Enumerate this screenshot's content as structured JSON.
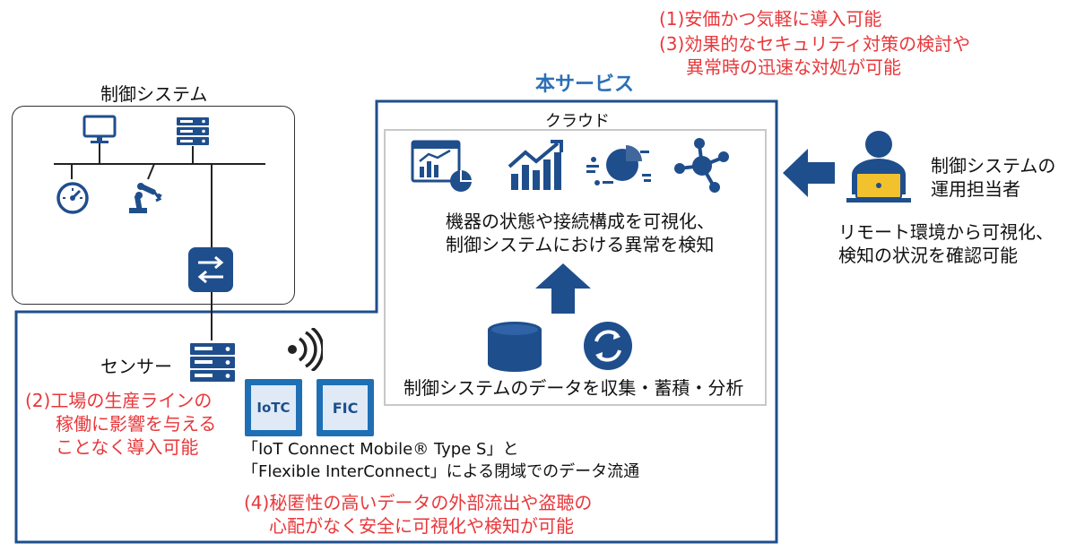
{
  "top_notes": {
    "line1": "(1)安価かつ気軽に導入可能",
    "line2": "(3)効果的なセキュリティ対策の検討や",
    "line3": "異常時の迅速な対処が可能"
  },
  "service_title": "本サービス",
  "control_system": {
    "title": "制御システム"
  },
  "cloud": {
    "title": "クラウド",
    "desc_line1": "機器の状態や接続構成を可視化、",
    "desc_line2": "制御システムにおける異常を検知",
    "collect": "制御システムのデータを収集・蓄積・分析"
  },
  "operator": {
    "label_line1": "制御システムの",
    "label_line2": "運用担当者",
    "remote_line1": "リモート環境から可視化、",
    "remote_line2": "検知の状況を確認可能"
  },
  "sensor": {
    "label": "センサー",
    "note_line1": "(2)工場の生産ラインの",
    "note_line2": "稼働に影響を与える",
    "note_line3": "ことなく導入可能"
  },
  "network": {
    "iotc_logo": "IoTC",
    "fic_logo": "FIC",
    "line1": "「IoT Connect Mobile® Type S」と",
    "line2": "「Flexible InterConnect」による閉域でのデータ流通"
  },
  "bottom_note": {
    "line1": "(4)秘匿性の高いデータの外部流出や盗聴の",
    "line2": "心配がなく安全に可視化や検知が可能"
  },
  "colors": {
    "navy": "#1f4e8c",
    "red": "#e8373a",
    "service_title": "#2c6fb5",
    "cloud_border": "#c8c8c8"
  }
}
